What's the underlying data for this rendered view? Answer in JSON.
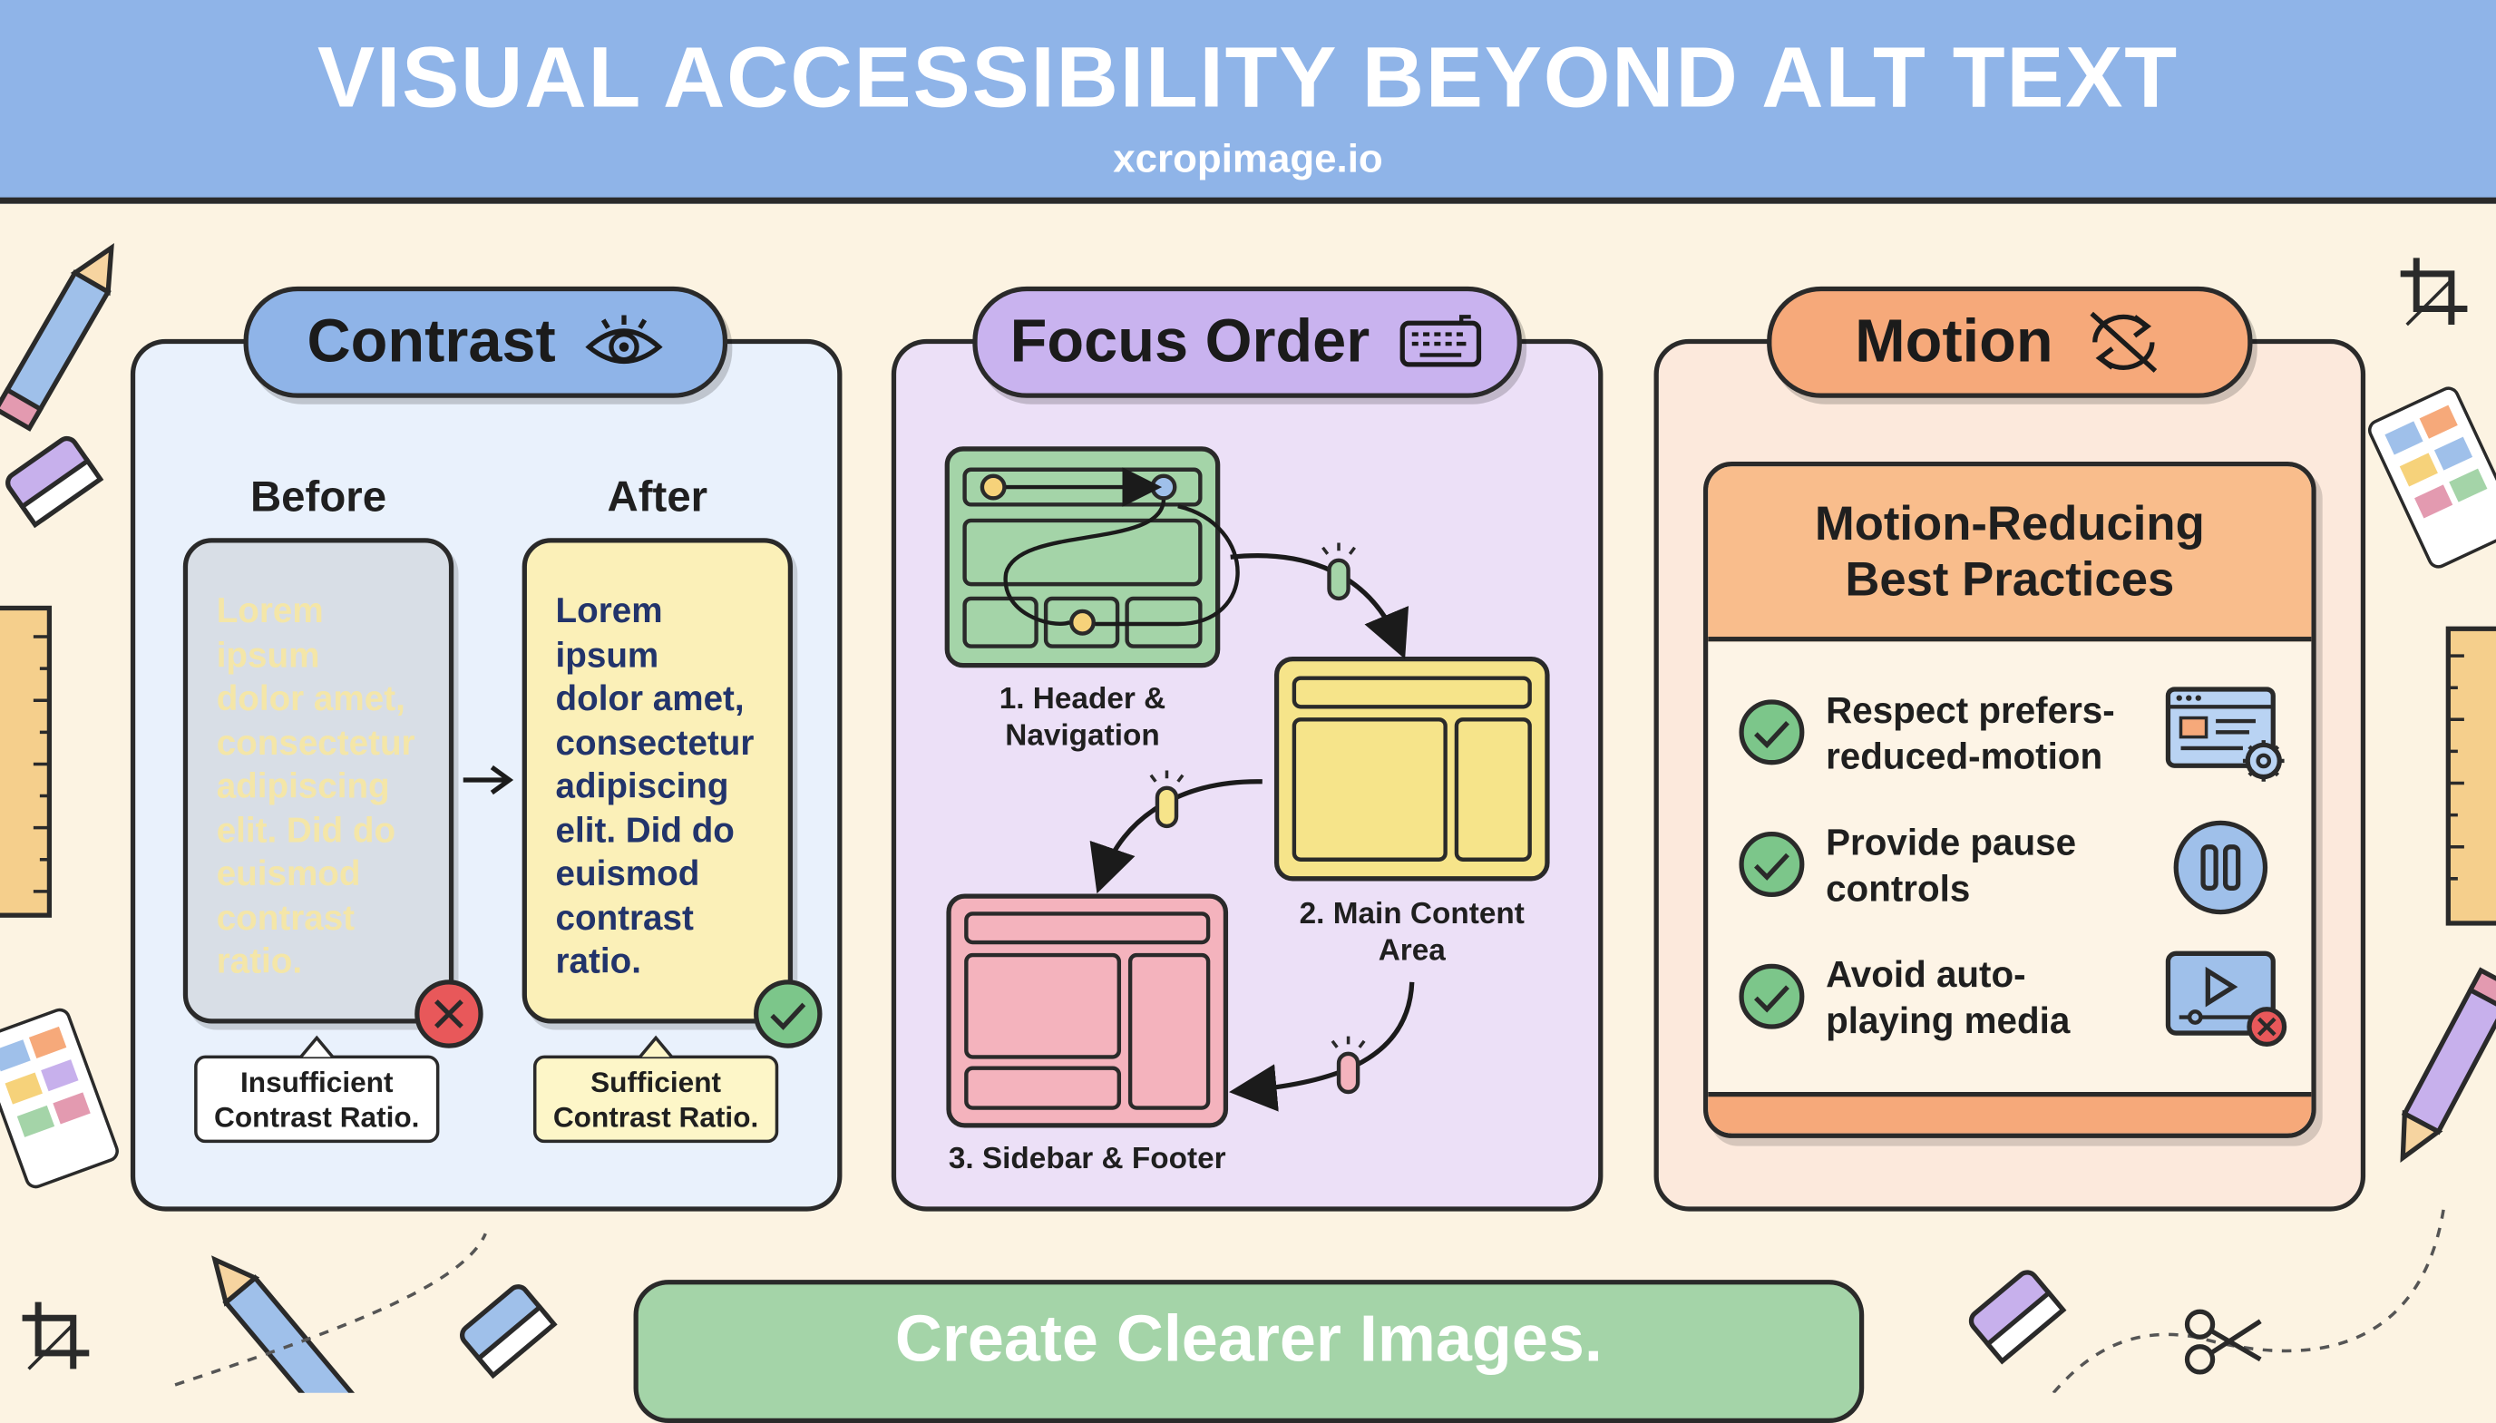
{
  "header": {
    "title": "VISUAL ACCESSIBILITY BEYOND ALT TEXT",
    "subtitle": "xcropimage.io"
  },
  "colors": {
    "header_bg": "#8fb4e8",
    "contrast_bg": "#e9f1fc",
    "focus_bg": "#ece0f7",
    "motion_bg": "#fce9dc",
    "accent_green": "#7cc68a",
    "accent_red": "#e8585a",
    "footer_bg": "#a4d4a8"
  },
  "contrast": {
    "title": "Contrast",
    "icon": "eye-icon",
    "before_label": "Before",
    "after_label": "After",
    "sample_text": "Lorem\nipsum\ndolor amet,\nconsectetur\nadipiscing\nelit. Did do\neuismod\ncontrast\nratio.",
    "before_note": "Insufficient\nContrast Ratio.",
    "after_note": "Sufficient\nContrast Ratio.",
    "before_status_icon": "x-circle-icon",
    "after_status_icon": "check-circle-icon"
  },
  "focus": {
    "title": "Focus Order",
    "icon": "keyboard-icon",
    "steps": [
      {
        "label": "1. Header &\nNavigation"
      },
      {
        "label": "2. Main Content\nArea"
      },
      {
        "label": "3. Sidebar & Footer"
      }
    ]
  },
  "motion": {
    "title": "Motion",
    "icon": "motion-off-icon",
    "card_title": "Motion-Reducing\nBest Practices",
    "practices": [
      {
        "text": "Respect prefers-\nreduced-motion",
        "icon": "settings-window-icon"
      },
      {
        "text": "Provide pause\ncontrols",
        "icon": "pause-icon"
      },
      {
        "text": "Avoid auto-\nplaying media",
        "icon": "video-blocked-icon"
      }
    ]
  },
  "footer": {
    "text": "Create Clearer Images."
  }
}
